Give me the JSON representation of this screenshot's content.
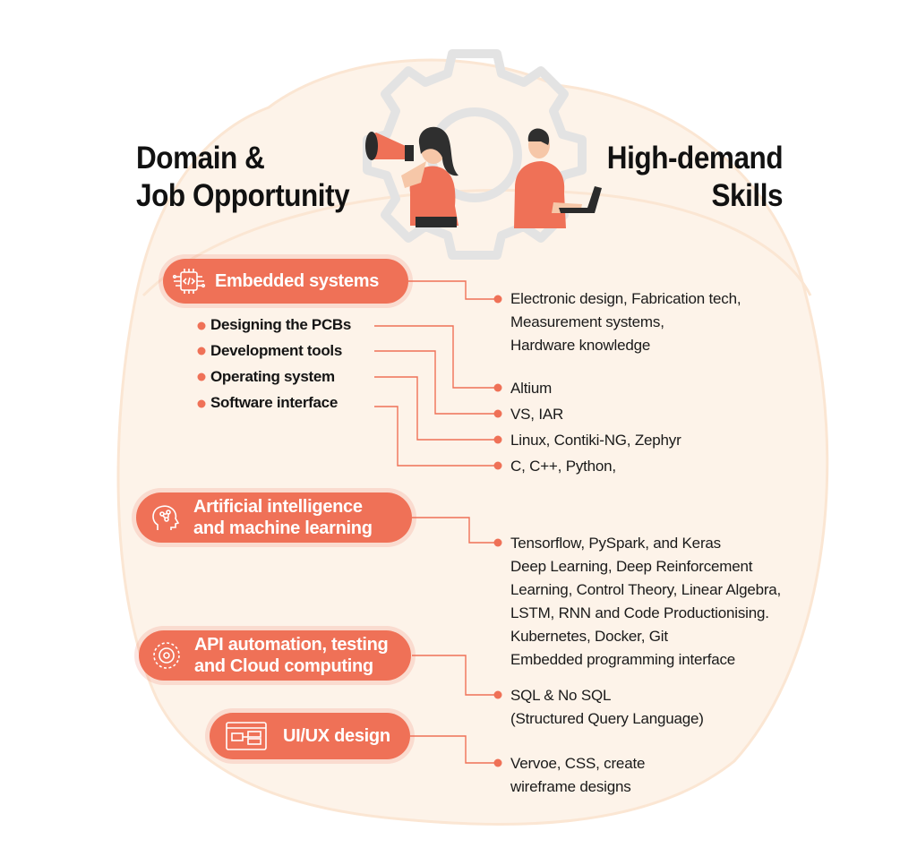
{
  "titles": {
    "left_line1": "Domain &",
    "left_line2": "Job Opportunity",
    "right_line1": "High-demand",
    "right_line2": "Skills"
  },
  "domains": [
    {
      "label": "Embedded systems",
      "icon": "chip-icon"
    },
    {
      "label_line1": "Artificial intelligence",
      "label_line2": "and machine learning",
      "icon": "ai-head-icon"
    },
    {
      "label_line1": "API automation, testing",
      "label_line2": "and Cloud computing",
      "icon": "gear-icon"
    },
    {
      "label": "UI/UX design",
      "icon": "wireframe-icon"
    }
  ],
  "embedded_subtopics": [
    "Designing the PCBs",
    "Development tools",
    "Operating system",
    "Software interface"
  ],
  "skills": {
    "embedded": [
      "Electronic design, Fabrication tech,",
      "Measurement systems,",
      "Hardware knowledge"
    ],
    "pcb": "Altium",
    "dev_tools": "VS, IAR",
    "os": "Linux, Contiki-NG, Zephyr",
    "software": "C, C++, Python,",
    "ai": [
      "Tensorflow, PySpark, and Keras",
      "Deep Learning, Deep Reinforcement",
      "Learning, Control Theory, Linear Algebra,",
      "LSTM, RNN and Code Productionising.",
      "Kubernetes, Docker, Git",
      "Embedded programming interface"
    ],
    "api": [
      "SQL & No SQL",
      "(Structured Query Language)"
    ],
    "uiux": [
      "Vervoe, CSS, create",
      "wireframe designs"
    ]
  },
  "colors": {
    "accent": "#ef7157",
    "background_blob": "#fdf3e9",
    "connector": "#ef7157",
    "text": "#1a1a1a"
  }
}
